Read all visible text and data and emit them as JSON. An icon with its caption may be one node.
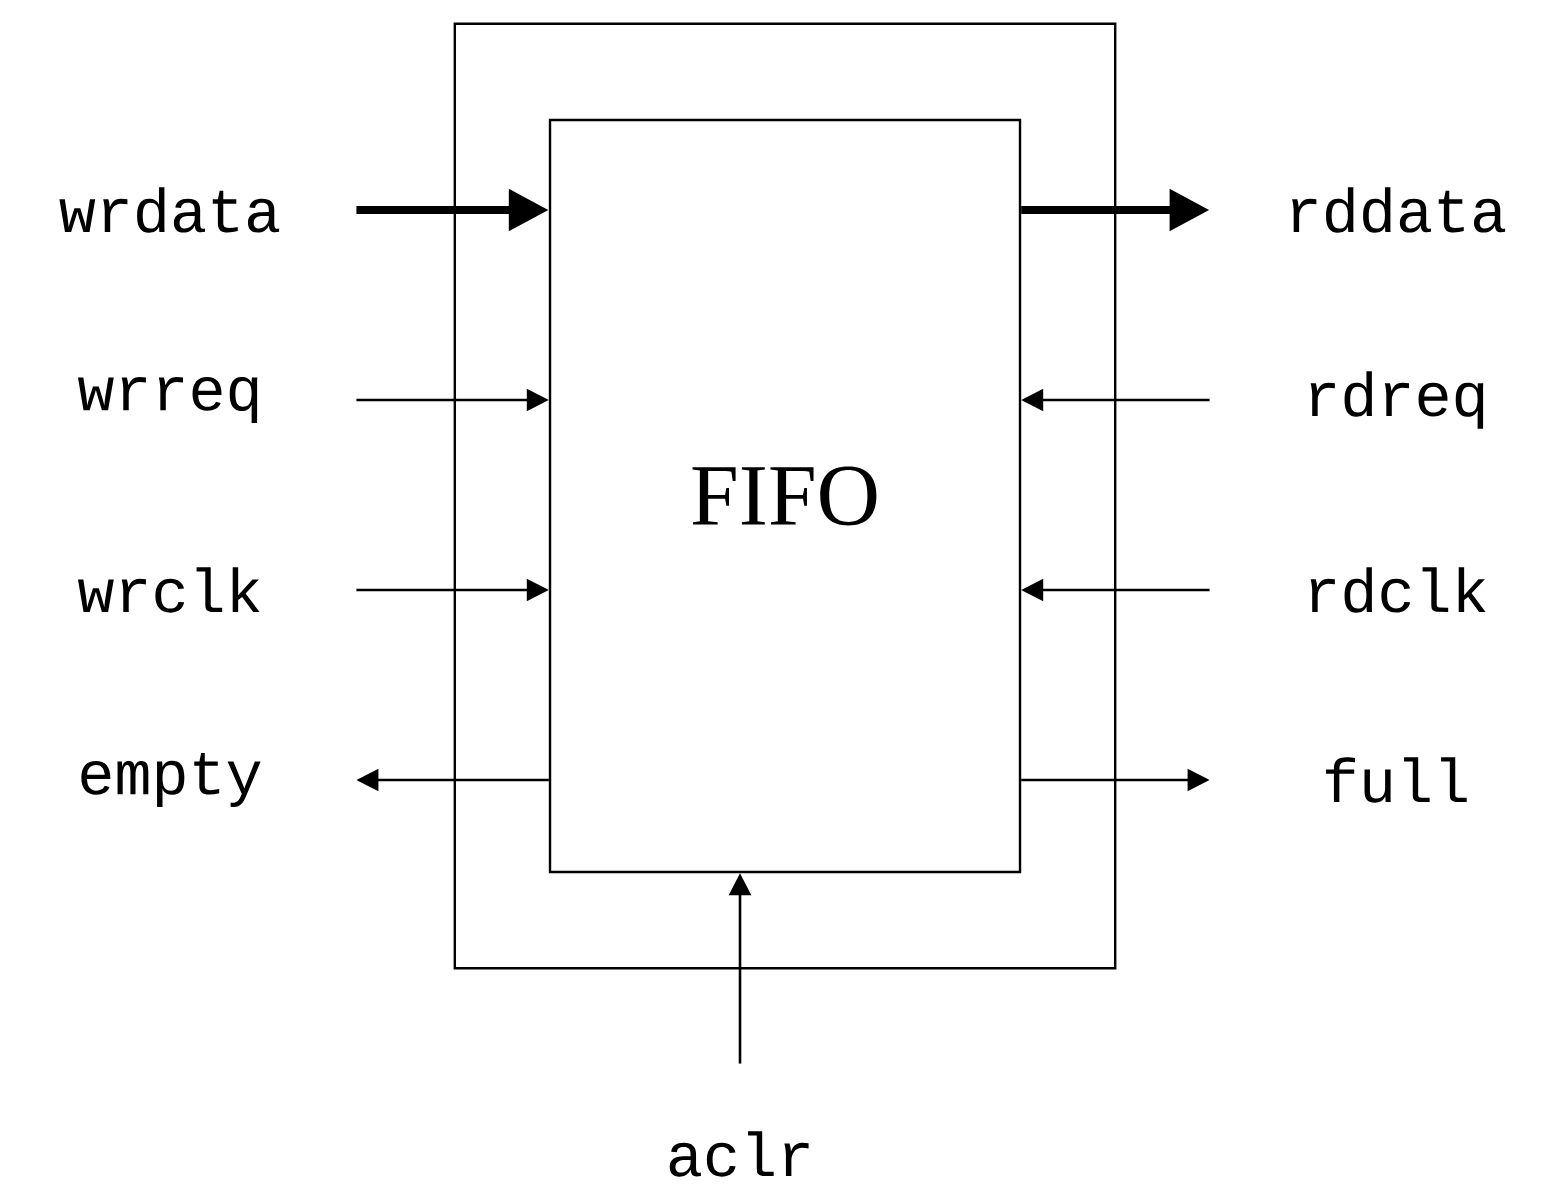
{
  "diagram": {
    "nodes": [
      {
        "text": [],
        "shape": "box"
      },
      {
        "text": [
          "FIFO"
        ],
        "in": 0
      },
      {
        "text": [
          "wrdata"
        ]
      },
      {
        "text": [
          "wrreq"
        ]
      },
      {
        "text": [
          "wrclk"
        ]
      },
      {
        "text": [
          "empty"
        ]
      },
      {
        "text": [
          "rddata"
        ]
      },
      {
        "text": [
          "rdreq"
        ]
      },
      {
        "text": [
          "rdclk"
        ]
      },
      {
        "text": [
          "full"
        ]
      },
      {
        "text": [
          "aclr"
        ]
      }
    ],
    "edges": [
      {
        "from": 2,
        "to": 1,
        "arrow": "to",
        "style": "thick"
      },
      {
        "from": 3,
        "to": 1,
        "arrow": "to"
      },
      {
        "from": 4,
        "to": 1,
        "arrow": "to"
      },
      {
        "from": 1,
        "to": 5,
        "arrow": "to"
      },
      {
        "from": 1,
        "to": 6,
        "arrow": "to",
        "style": "thick"
      },
      {
        "from": 7,
        "to": 1,
        "arrow": "to"
      },
      {
        "from": 8,
        "to": 1,
        "arrow": "to"
      },
      {
        "from": 1,
        "to": 9,
        "arrow": "to"
      },
      {
        "from": 10,
        "to": 1,
        "arrow": "to"
      }
    ]
  }
}
